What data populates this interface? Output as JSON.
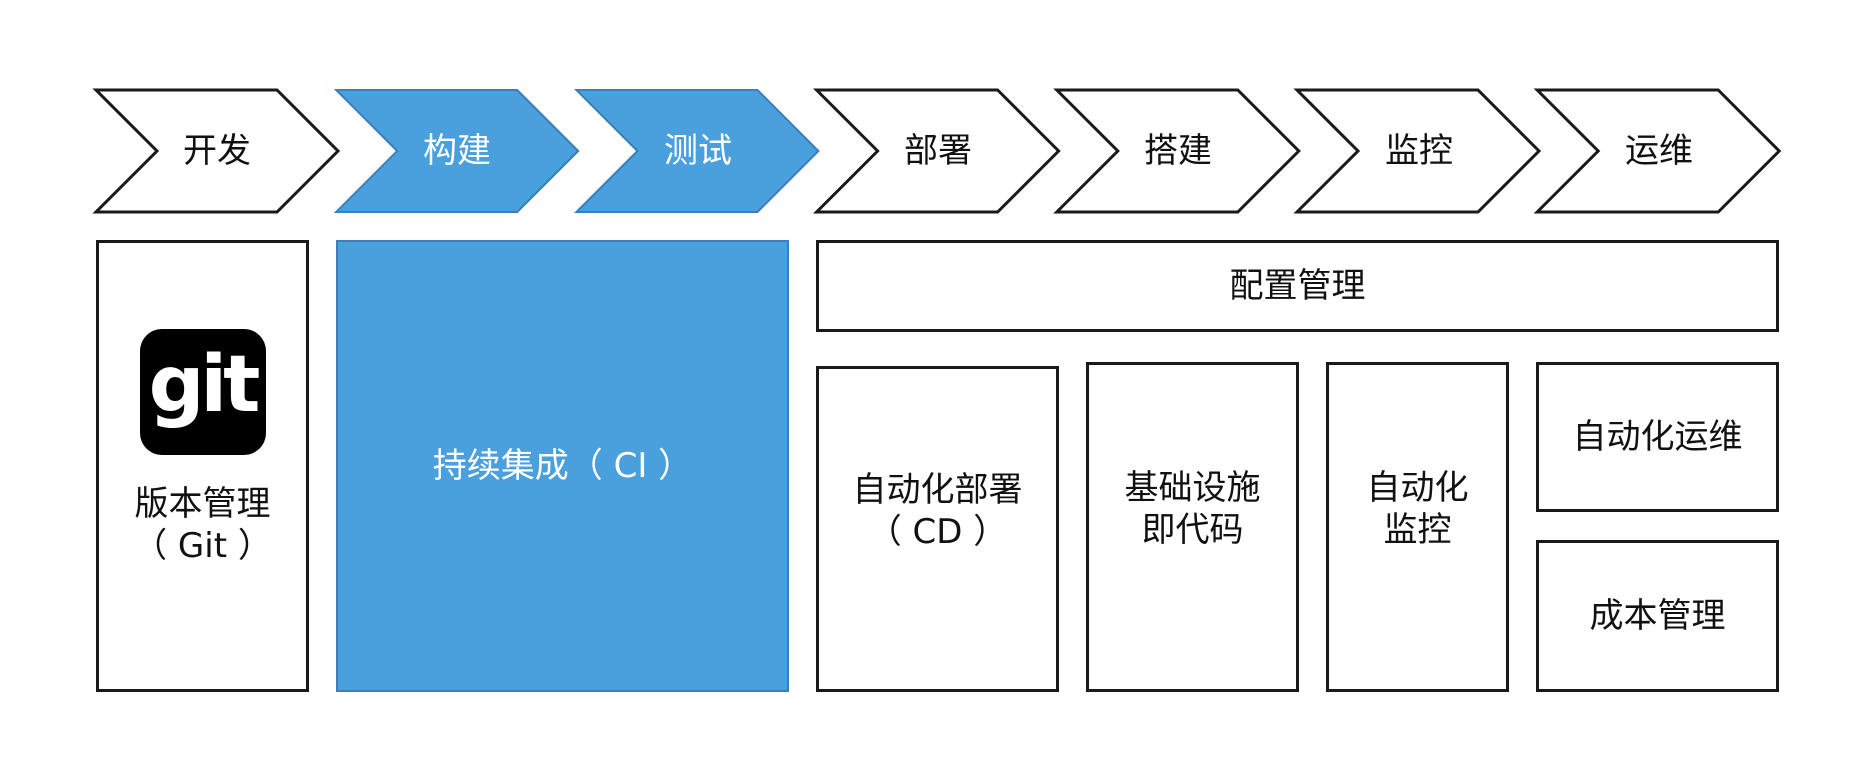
{
  "colors": {
    "accent_fill": "#4a9fdd",
    "accent_stroke": "#3d7fba",
    "outline": "#1a1a1a"
  },
  "pipeline": {
    "stages": [
      {
        "label": "开发",
        "highlighted": false
      },
      {
        "label": "构建",
        "highlighted": true
      },
      {
        "label": "测试",
        "highlighted": true
      },
      {
        "label": "部署",
        "highlighted": false
      },
      {
        "label": "搭建",
        "highlighted": false
      },
      {
        "label": "监控",
        "highlighted": false
      },
      {
        "label": "运维",
        "highlighted": false
      }
    ]
  },
  "blocks": {
    "version_control": {
      "logo_text": "git",
      "icon": "git-logo-icon",
      "line1": "版本管理",
      "line2": "（ Git ）"
    },
    "ci": {
      "label": "持续集成（ CI ）"
    },
    "config_management": {
      "label": "配置管理"
    },
    "cd": {
      "line1": "自动化部署",
      "line2": "（ CD ）"
    },
    "iac": {
      "line1": "基础设施",
      "line2": "即代码"
    },
    "monitoring": {
      "line1": "自动化",
      "line2": "监控"
    },
    "ops": {
      "label": "自动化运维"
    },
    "cost": {
      "label": "成本管理"
    }
  }
}
